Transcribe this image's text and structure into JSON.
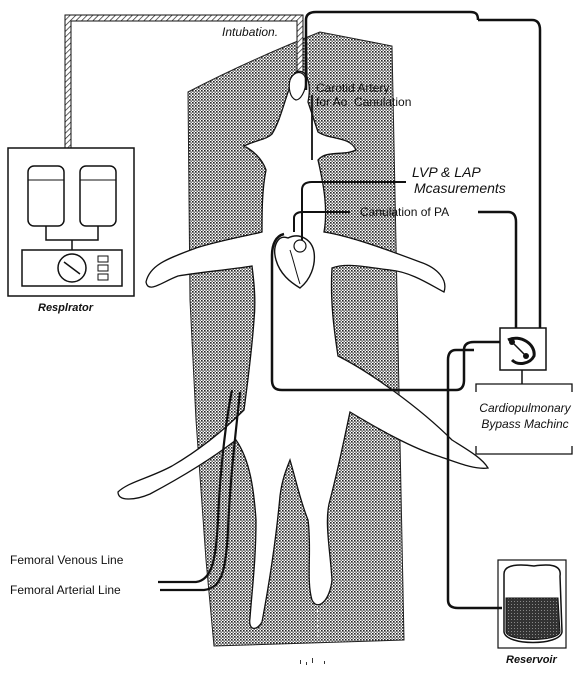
{
  "labels": {
    "intubation": "Intubation.",
    "carotid_line1": "Carotid Artery",
    "carotid_line2": "for Ao. Canulation",
    "lvp_line1": "LVP & LAP",
    "lvp_line2": "Mcasurements",
    "canulation_pa": "Canulation of PA",
    "respirator": "Resplrator",
    "bypass_line1": "Cardiopulmonary",
    "bypass_line2": "Bypass Machinc",
    "femoral_venous": "Femoral Venous Line",
    "femoral_arterial": "Femoral Arterial Line",
    "reservoir": "Reservoir"
  },
  "colors": {
    "ink": "#111111",
    "hatch": "#444444",
    "paper": "#ffffff"
  }
}
